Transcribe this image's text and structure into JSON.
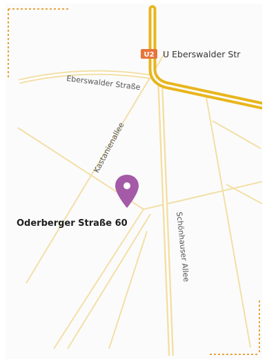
{
  "map": {
    "station": {
      "line_badge": "U2",
      "name": "U Eberswalder Str"
    },
    "streets": {
      "eberswalder": "Eberswalder Straße",
      "kastanienallee": "Kastanienallee",
      "schoenhauser": "Schönhauser Allee"
    },
    "location": {
      "address": "Oderberger Straße 60",
      "marker_icon": "map-pin-icon"
    }
  },
  "colors": {
    "background": "#fbfbfb",
    "street": "#f3dfa6",
    "street_outline": "#ead08a",
    "subway_line": "#e8b51c",
    "corner_marks": "#e8a33a",
    "marker": "#a45aa7",
    "station_badge": "#e8743b"
  }
}
